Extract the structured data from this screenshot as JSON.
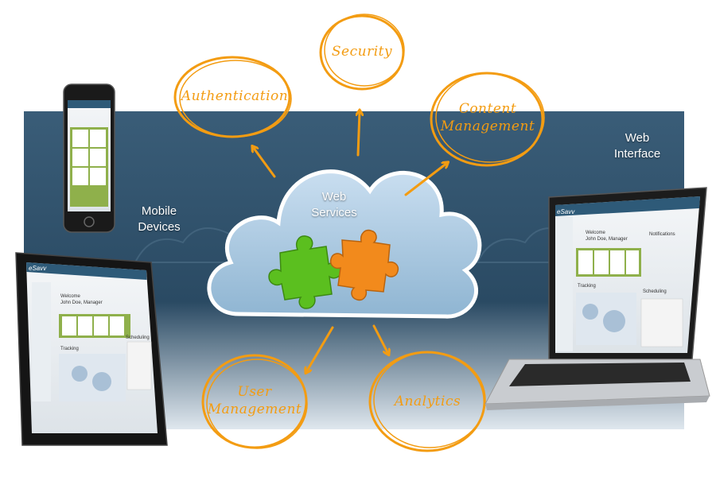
{
  "center": {
    "title_line1": "Web",
    "title_line2": "Services"
  },
  "left_label": {
    "line1": "Mobile",
    "line2": "Devices"
  },
  "right_label": {
    "line1": "Web",
    "line2": "Interface"
  },
  "bubbles": {
    "authentication": "Authentication",
    "security": "Security",
    "content_line1": "Content",
    "content_line2": "Management",
    "user_line1": "User",
    "user_line2": "Management",
    "analytics": "Analytics"
  },
  "brand": "eSavv",
  "screen": {
    "welcome": "Welcome",
    "user_name": "John Doe, Manager",
    "tracking": "Tracking",
    "scheduling": "Scheduling",
    "notifications": "Notifications"
  },
  "colors": {
    "accent_orange": "#f39c12",
    "band_dark": "#2b4a60",
    "cloud_blue": "#a9c9de",
    "puzzle_green": "#5bbf1f",
    "puzzle_orange": "#f28a1c"
  }
}
